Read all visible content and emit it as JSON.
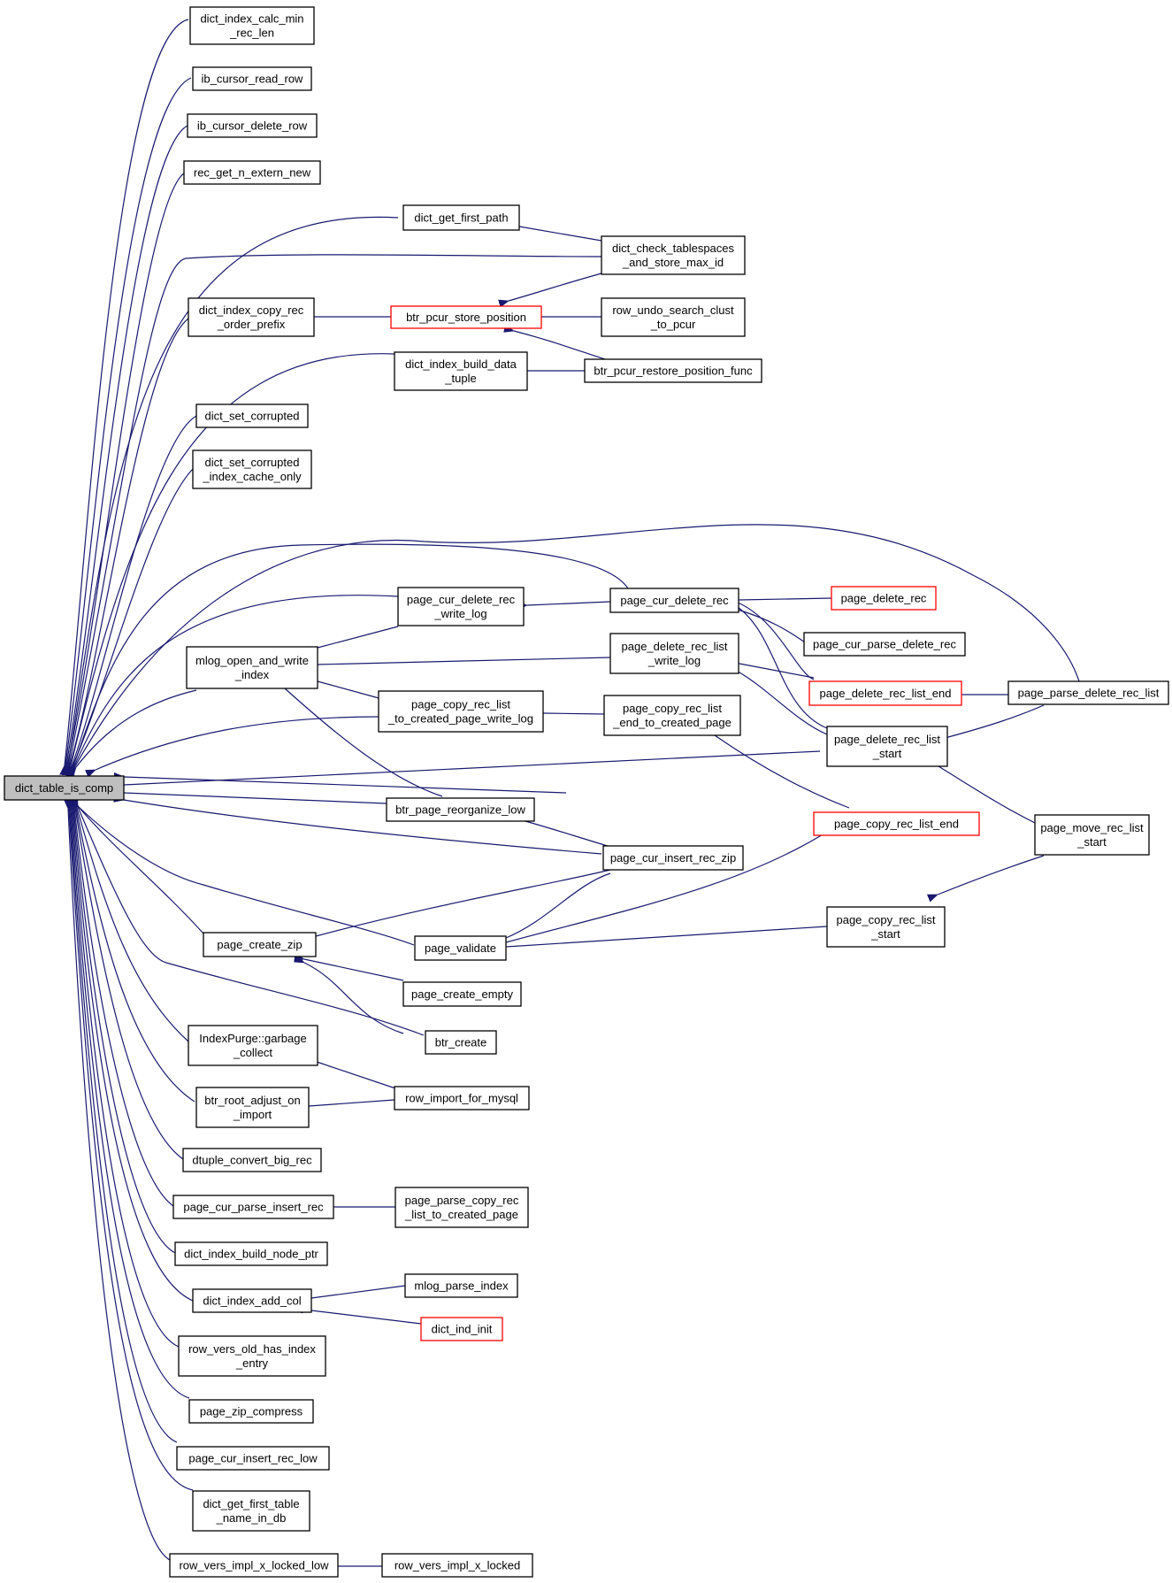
{
  "graph": {
    "colors": {
      "edge": "#191970",
      "node_border": "#000000",
      "truncated_node_border": "#ff0000",
      "root_fill": "#bfbfbf"
    },
    "nodes": [
      {
        "id": "root",
        "lines": [
          "dict_table_is_comp"
        ],
        "style": "highlight"
      },
      {
        "id": "n1",
        "lines": [
          "dict_index_calc_min",
          "_rec_len"
        ]
      },
      {
        "id": "n2",
        "lines": [
          "ib_cursor_read_row"
        ]
      },
      {
        "id": "n3",
        "lines": [
          "ib_cursor_delete_row"
        ]
      },
      {
        "id": "n4",
        "lines": [
          "rec_get_n_extern_new"
        ]
      },
      {
        "id": "n5",
        "lines": [
          "dict_get_first_path"
        ]
      },
      {
        "id": "n6",
        "lines": [
          "dict_check_tablespaces",
          "_and_store_max_id"
        ]
      },
      {
        "id": "n7",
        "lines": [
          "dict_index_copy_rec",
          "_order_prefix"
        ]
      },
      {
        "id": "n8",
        "lines": [
          "btr_pcur_store_position"
        ],
        "style": "trunc"
      },
      {
        "id": "n9",
        "lines": [
          "row_undo_search_clust",
          "_to_pcur"
        ]
      },
      {
        "id": "n10",
        "lines": [
          "dict_index_build_data",
          "_tuple"
        ]
      },
      {
        "id": "n11",
        "lines": [
          "btr_pcur_restore_position_func"
        ]
      },
      {
        "id": "n12",
        "lines": [
          "dict_set_corrupted"
        ]
      },
      {
        "id": "n13",
        "lines": [
          "dict_set_corrupted",
          "_index_cache_only"
        ]
      },
      {
        "id": "n14",
        "lines": [
          "page_cur_delete_rec",
          "_write_log"
        ]
      },
      {
        "id": "n15",
        "lines": [
          "page_cur_delete_rec"
        ]
      },
      {
        "id": "n16",
        "lines": [
          "page_delete_rec"
        ],
        "style": "trunc"
      },
      {
        "id": "n17",
        "lines": [
          "page_cur_parse_delete_rec"
        ]
      },
      {
        "id": "n18",
        "lines": [
          "mlog_open_and_write",
          "_index"
        ]
      },
      {
        "id": "n19",
        "lines": [
          "page_delete_rec_list",
          "_write_log"
        ]
      },
      {
        "id": "n20",
        "lines": [
          "page_delete_rec_list_end"
        ],
        "style": "trunc"
      },
      {
        "id": "n21",
        "lines": [
          "page_parse_delete_rec_list"
        ]
      },
      {
        "id": "n22",
        "lines": [
          "page_copy_rec_list",
          "_to_created_page_write_log"
        ]
      },
      {
        "id": "n23",
        "lines": [
          "page_copy_rec_list",
          "_end_to_created_page"
        ]
      },
      {
        "id": "n24",
        "lines": [
          "page_delete_rec_list",
          "_start"
        ]
      },
      {
        "id": "n25",
        "lines": [
          "btr_page_reorganize_low"
        ]
      },
      {
        "id": "n26",
        "lines": [
          "page_copy_rec_list_end"
        ],
        "style": "trunc"
      },
      {
        "id": "n27",
        "lines": [
          "page_move_rec_list",
          "_start"
        ]
      },
      {
        "id": "n28",
        "lines": [
          "page_cur_insert_rec_zip"
        ]
      },
      {
        "id": "n29",
        "lines": [
          "page_create_zip"
        ]
      },
      {
        "id": "n30",
        "lines": [
          "page_validate"
        ]
      },
      {
        "id": "n31",
        "lines": [
          "page_copy_rec_list",
          "_start"
        ]
      },
      {
        "id": "n32",
        "lines": [
          "page_create_empty"
        ]
      },
      {
        "id": "n33",
        "lines": [
          "btr_create"
        ]
      },
      {
        "id": "n34",
        "lines": [
          "IndexPurge::garbage",
          "_collect"
        ]
      },
      {
        "id": "n35",
        "lines": [
          "btr_root_adjust_on",
          "_import"
        ]
      },
      {
        "id": "n36",
        "lines": [
          "row_import_for_mysql"
        ]
      },
      {
        "id": "n37",
        "lines": [
          "dtuple_convert_big_rec"
        ]
      },
      {
        "id": "n38",
        "lines": [
          "page_cur_parse_insert_rec"
        ]
      },
      {
        "id": "n39",
        "lines": [
          "page_parse_copy_rec",
          "_list_to_created_page"
        ]
      },
      {
        "id": "n40",
        "lines": [
          "dict_index_build_node_ptr"
        ]
      },
      {
        "id": "n41",
        "lines": [
          "dict_index_add_col"
        ]
      },
      {
        "id": "n42",
        "lines": [
          "mlog_parse_index"
        ]
      },
      {
        "id": "n43",
        "lines": [
          "dict_ind_init"
        ],
        "style": "trunc"
      },
      {
        "id": "n44",
        "lines": [
          "row_vers_old_has_index",
          "_entry"
        ]
      },
      {
        "id": "n45",
        "lines": [
          "page_zip_compress"
        ]
      },
      {
        "id": "n46",
        "lines": [
          "page_cur_insert_rec_low"
        ]
      },
      {
        "id": "n47",
        "lines": [
          "dict_get_first_table",
          "_name_in_db"
        ]
      },
      {
        "id": "n48",
        "lines": [
          "row_vers_impl_x_locked_low"
        ]
      },
      {
        "id": "n49",
        "lines": [
          "row_vers_impl_x_locked"
        ]
      }
    ]
  }
}
